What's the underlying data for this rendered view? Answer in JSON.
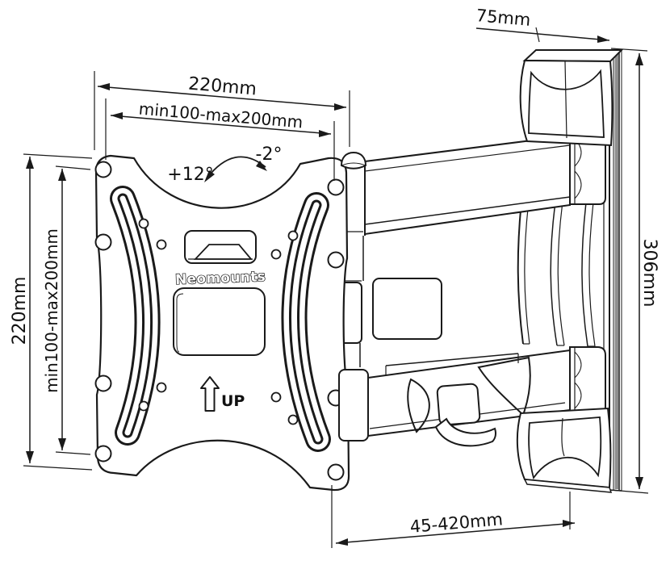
{
  "diagram": {
    "type": "technical-drawing",
    "subject": "TV wall mount bracket dimensional drawing",
    "brand": "Neomounts",
    "up_label": "UP",
    "dimensions": {
      "plate_width_total": "220mm",
      "plate_width_vesa": "min100-max200mm",
      "plate_height_total": "220mm",
      "plate_height_vesa": "min100-max200mm",
      "wall_cap_depth": "75mm",
      "wall_plate_height": "306mm",
      "extension_range": "45-420mm"
    },
    "tilt": {
      "up": "+12°",
      "down": "-2°"
    },
    "colors": {
      "line": "#1a1a1a",
      "background": "#ffffff",
      "steel_gray": "#8f8f8f"
    }
  }
}
